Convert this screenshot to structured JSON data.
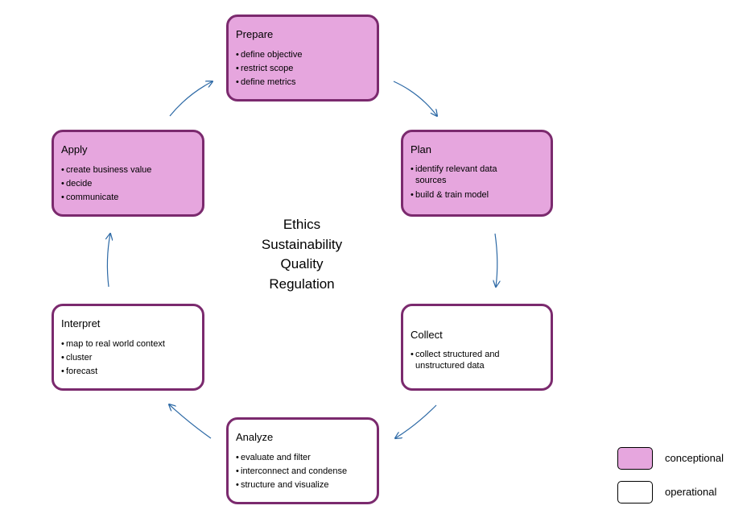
{
  "nodes": {
    "prepare": {
      "title": "Prepare",
      "items": [
        "define objective",
        "restrict scope",
        "define metrics"
      ]
    },
    "plan": {
      "title": "Plan",
      "items": [
        "identify relevant data sources",
        "build & train model"
      ]
    },
    "collect": {
      "title": "Collect",
      "items": [
        "collect structured and unstructured data"
      ]
    },
    "analyze": {
      "title": "Analyze",
      "items": [
        "evaluate and filter",
        "interconnect and condense",
        "structure and visualize"
      ]
    },
    "interpret": {
      "title": "Interpret",
      "items": [
        "map to real world context",
        "cluster",
        "forecast"
      ]
    },
    "apply": {
      "title": "Apply",
      "items": [
        "create business value",
        "decide",
        "communicate"
      ]
    }
  },
  "center": [
    "Ethics",
    "Sustainability",
    "Quality",
    "Regulation"
  ],
  "legend": {
    "conceptional": "conceptional",
    "operational": "operational"
  },
  "colors": {
    "conceptional_fill": "#e6a6de",
    "operational_fill": "#ffffff",
    "node_border": "#7b2a6e",
    "arrow": "#2e6aa6"
  }
}
